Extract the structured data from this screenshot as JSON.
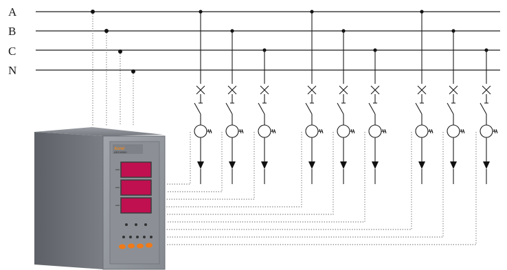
{
  "buses": [
    {
      "label": "A"
    },
    {
      "label": "B"
    },
    {
      "label": "C"
    },
    {
      "label": "N"
    }
  ],
  "meter": {
    "brand": "Acrel",
    "model": "ARCM300",
    "display_count": 3,
    "button_count": 4
  },
  "feeder_groups": 3,
  "feeders_per_group": 3,
  "colors": {
    "bus": "#1a1a1a",
    "wire": "#555555",
    "panel_face": "#8e9298",
    "display": "#c01050",
    "button": "#f07a18",
    "brand": "#f08a20"
  }
}
